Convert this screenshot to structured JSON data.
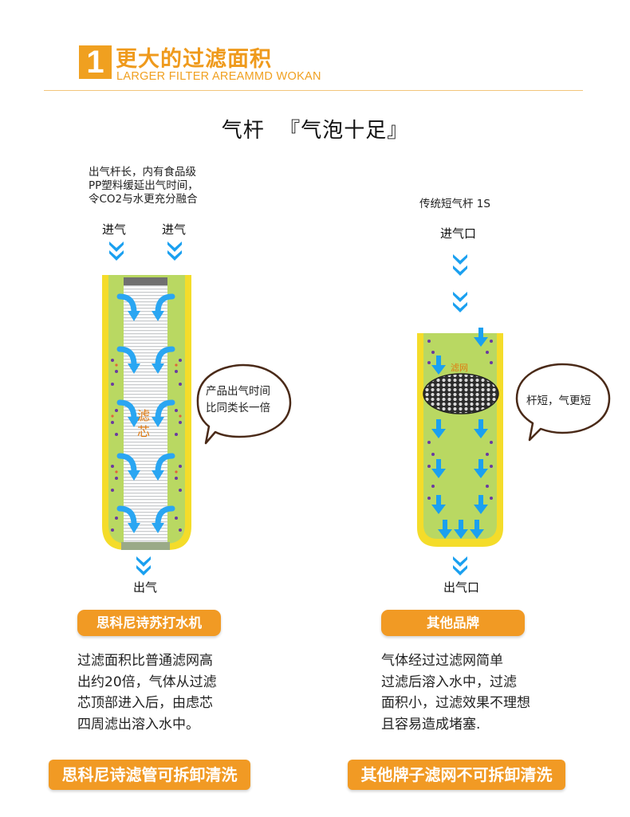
{
  "header": {
    "number": "1",
    "title_cn": "更大的过滤面积",
    "title_en": "LARGER FILTER AREAMMD  WOKAN"
  },
  "subtitle": "气杆  『气泡十足』",
  "left": {
    "description": [
      "出气杆长，内有食品级",
      "PP塑料缓延出气时间，",
      "令CO2与水更充分融合"
    ],
    "inlet_1": "进气",
    "inlet_2": "进气",
    "core_label_1": "滤",
    "core_label_2": "芯",
    "bubble": [
      "产品出气时间",
      "比同类长一倍"
    ],
    "outlet": "出气",
    "product_pill": "思科尼诗苏打水机",
    "paragraph": [
      "过滤面积比普通滤网高",
      "出约20倍，气体从过滤",
      "芯顶部进入后，由虑芯",
      "四周滤出溶入水中。"
    ],
    "bottom_banner": "思科尼诗滤管可拆卸清洗"
  },
  "right": {
    "description": "传统短气杆 1S",
    "inlet": "进气口",
    "mesh_label": "滤网",
    "bubble": "杆短，气更短",
    "outlet": "出气口",
    "product_pill": "其他品牌",
    "paragraph": [
      "气体经过过滤网简单",
      "过滤后溶入水中，过滤",
      "面积小，过滤效果不理想",
      "且容易造成堵塞."
    ],
    "bottom_banner": "其他牌子滤网不可拆卸清洗"
  },
  "colors": {
    "accent_orange": "#f19a24",
    "tube_yellow": "#f4dc2a",
    "tube_green": "#b9d862",
    "arrow_blue": "#1aa0f0"
  }
}
